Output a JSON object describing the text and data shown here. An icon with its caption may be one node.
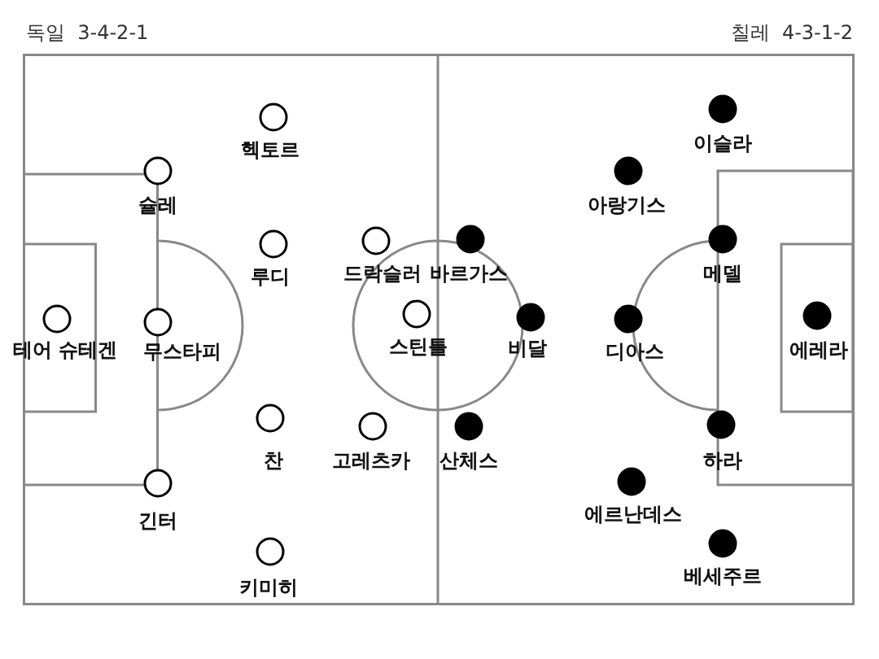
{
  "diagram": {
    "nodes": [
      {
        "text": [
          "헥토르"
        ]
      },
      {
        "text": [
          "슐레"
        ]
      },
      {
        "text": [
          "루디"
        ]
      },
      {
        "text": [
          "드락슬러"
        ]
      },
      {
        "text": [
          "테어 슈테겐"
        ]
      },
      {
        "text": [
          "무스타피"
        ]
      },
      {
        "text": [
          "스틴틀"
        ]
      },
      {
        "text": [
          "찬"
        ]
      },
      {
        "text": [
          "고레츠카"
        ]
      },
      {
        "text": [
          "긴터"
        ]
      },
      {
        "text": [
          "키미히"
        ]
      },
      {
        "text": [
          "이슬라"
        ]
      },
      {
        "text": [
          "아랑기스"
        ]
      },
      {
        "text": [
          "바르가스"
        ]
      },
      {
        "text": [
          "메델"
        ]
      },
      {
        "text": [
          "비달"
        ]
      },
      {
        "text": [
          "디아스"
        ]
      },
      {
        "text": [
          "에레라"
        ]
      },
      {
        "text": [
          "산체스"
        ]
      },
      {
        "text": [
          "하라"
        ]
      },
      {
        "text": [
          "에르난데스"
        ]
      },
      {
        "text": [
          "베세주르"
        ]
      }
    ],
    "edges": [],
    "labels": [
      "독일  3-4-2-1",
      "칠레  4-3-1-2"
    ]
  }
}
